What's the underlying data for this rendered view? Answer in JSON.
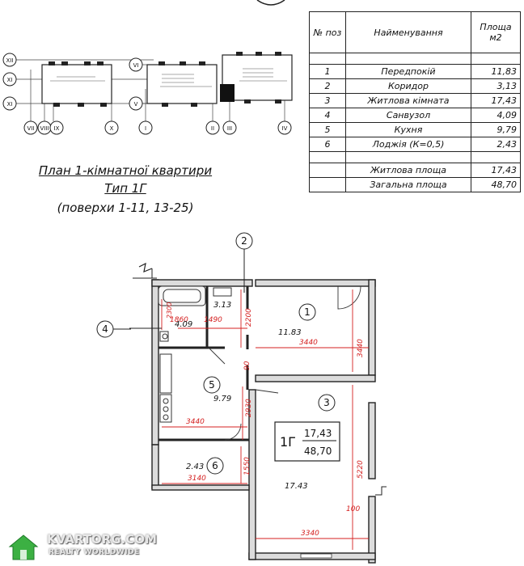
{
  "site_plan": {
    "axis_labels": [
      "XII",
      "XI",
      "XI",
      "VII",
      "VIII",
      "IX",
      "X",
      "VI",
      "V",
      "I",
      "II",
      "III",
      "IV"
    ]
  },
  "title": {
    "line1": "План 1-кімнатної квартири",
    "line2": "Тип 1Г",
    "line3": "(поверхи 1-11, 13-25)"
  },
  "schedule": {
    "header": {
      "num": "№ поз",
      "name": "Найменування",
      "area": "Площа м2"
    },
    "rows": [
      {
        "num": "1",
        "name": "Передпокій",
        "area": "11,83"
      },
      {
        "num": "2",
        "name": "Коридор",
        "area": "3,13"
      },
      {
        "num": "3",
        "name": "Житлова кімната",
        "area": "17,43"
      },
      {
        "num": "4",
        "name": "Санвузол",
        "area": "4,09"
      },
      {
        "num": "5",
        "name": "Кухня",
        "area": "9,79"
      },
      {
        "num": "6",
        "name": "Лоджія (К=0,5)",
        "area": "2,43"
      }
    ],
    "totals": [
      {
        "name": "Житлова площа",
        "area": "17,43"
      },
      {
        "name": "Загальна площа",
        "area": "48,70"
      }
    ]
  },
  "floor_plan": {
    "callouts": {
      "two": "2",
      "four": "4"
    },
    "rooms": [
      {
        "id": "1",
        "area": "11.83"
      },
      {
        "id": "2",
        "area": "3.13"
      },
      {
        "id": "3",
        "area": "17.43"
      },
      {
        "id": "4",
        "area": "4.09"
      },
      {
        "id": "5",
        "area": "9.79"
      },
      {
        "id": "6",
        "area": "2.43"
      }
    ],
    "dims": {
      "d2200": "2200",
      "d2300": "2300",
      "d1860": "1860",
      "d1490": "1490",
      "d3440a": "3440",
      "d3440b": "3440",
      "d3440c": "3440",
      "d90": "90",
      "d2930": "2930",
      "d1550": "1550",
      "d3140": "3140",
      "d5220": "5220",
      "d100": "100",
      "d3340": "3340"
    },
    "type_box": {
      "code": "1Г",
      "living": "17,43",
      "total": "48,70"
    },
    "colors": {
      "wall": "#222222",
      "dim": "#d42020",
      "fill": "#dcdcdc"
    }
  },
  "watermark": {
    "line1": "KVARTORG.COM",
    "line2": "REALTY WORLDWIDE"
  }
}
